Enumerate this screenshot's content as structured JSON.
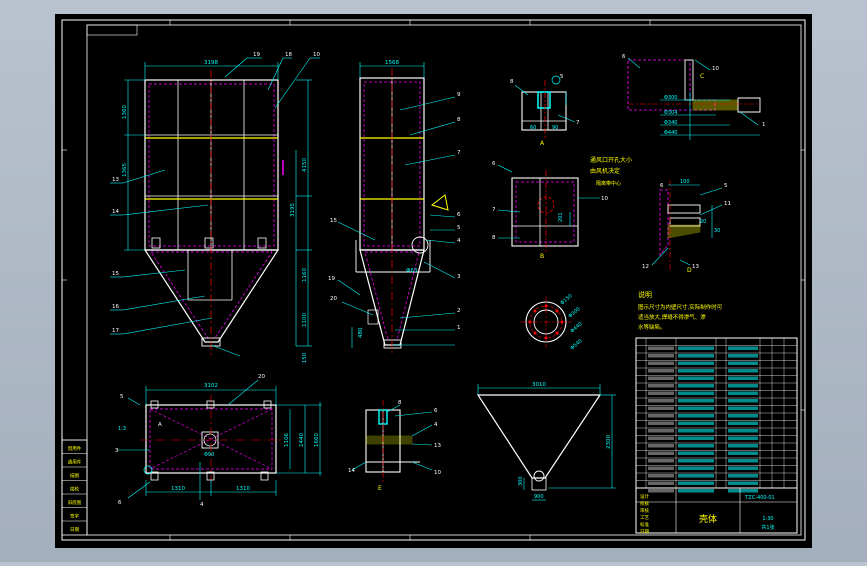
{
  "colors": {
    "background": "#000000",
    "frame": "#ffffff",
    "outline": "#ffffff",
    "dimension": "#00ffff",
    "leader": "#00ffff",
    "hidden": "#ff00ff",
    "center": "#ff0000",
    "section": "#ffff00",
    "viewport": "#b9c3cf"
  },
  "front_view": {
    "dims": {
      "width": "3198",
      "upper": "1360",
      "middle": "1365",
      "total": "4150",
      "funnel": "1160",
      "small": "3195",
      "stand": "1100",
      "bottom": "150"
    },
    "labels": [
      "19",
      "18",
      "10",
      "13",
      "14",
      "15",
      "16",
      "17"
    ]
  },
  "side_view": {
    "dims": {
      "width": "1568",
      "hole": "Φ63",
      "base": "480"
    },
    "labels": [
      "9",
      "8",
      "7",
      "6",
      "5",
      "4",
      "3",
      "2",
      "1",
      "15",
      "19",
      "20"
    ]
  },
  "plan_view": {
    "dims": {
      "width": "3102",
      "left": "1310",
      "right": "1310",
      "h1": "1106",
      "h2": "1440",
      "h3": "1660",
      "center": "Φ90",
      "mark": "1:3"
    },
    "labels": [
      "20",
      "A",
      "3",
      "5",
      "6",
      "4"
    ]
  },
  "hopper_view": {
    "dims": {
      "top": "3010",
      "height": "2300",
      "bottom": "900",
      "side": "300"
    }
  },
  "detail_a": {
    "title": "A",
    "dims": {
      "w": "60",
      "h": "90"
    },
    "labels": [
      "8",
      "5",
      "7"
    ]
  },
  "detail_b": {
    "title": "B",
    "labels": [
      "6",
      "7",
      "8",
      "10"
    ],
    "dims": {
      "h": "201"
    }
  },
  "detail_c": {
    "title": "C",
    "dims": {
      "d1": "Φ300",
      "d2": "Φ304",
      "d3": "Φ340",
      "d4": "Φ440"
    },
    "labels": [
      "6",
      "10",
      "1"
    ]
  },
  "detail_d": {
    "title": "D",
    "dims": {
      "w": "100",
      "h": "30",
      "s": "20"
    },
    "labels": [
      "6",
      "5",
      "11",
      "12",
      "13"
    ]
  },
  "detail_e": {
    "title": "E",
    "labels": [
      "8",
      "6",
      "4",
      "13",
      "10",
      "14"
    ]
  },
  "ring_view": {
    "dims": {
      "a": "Φ150",
      "b": "Φ300",
      "c": "Φ440",
      "d": "Φ540"
    }
  },
  "notes": {
    "title": "说明",
    "lines": [
      "图示尺寸为内壁尺寸,实际制作时可",
      "适当放大,焊缝不得渗气、渗",
      "水等缺陷。"
    ]
  },
  "annotation": {
    "line1": "通风口开孔大小",
    "line2": "由风机决定",
    "line3": "隔离带中心"
  },
  "title_block": {
    "drawing_number": "TZC-400-01",
    "name": "壳体",
    "scale": "1:30",
    "sheet_label": "共1张",
    "bottom_left": [
      "设计",
      "校核",
      "审核",
      "工艺",
      "标准",
      "日期"
    ],
    "strip": [
      "借用件",
      "通用件",
      "描图",
      "描校",
      "旧底图",
      "签字",
      "日期"
    ]
  }
}
